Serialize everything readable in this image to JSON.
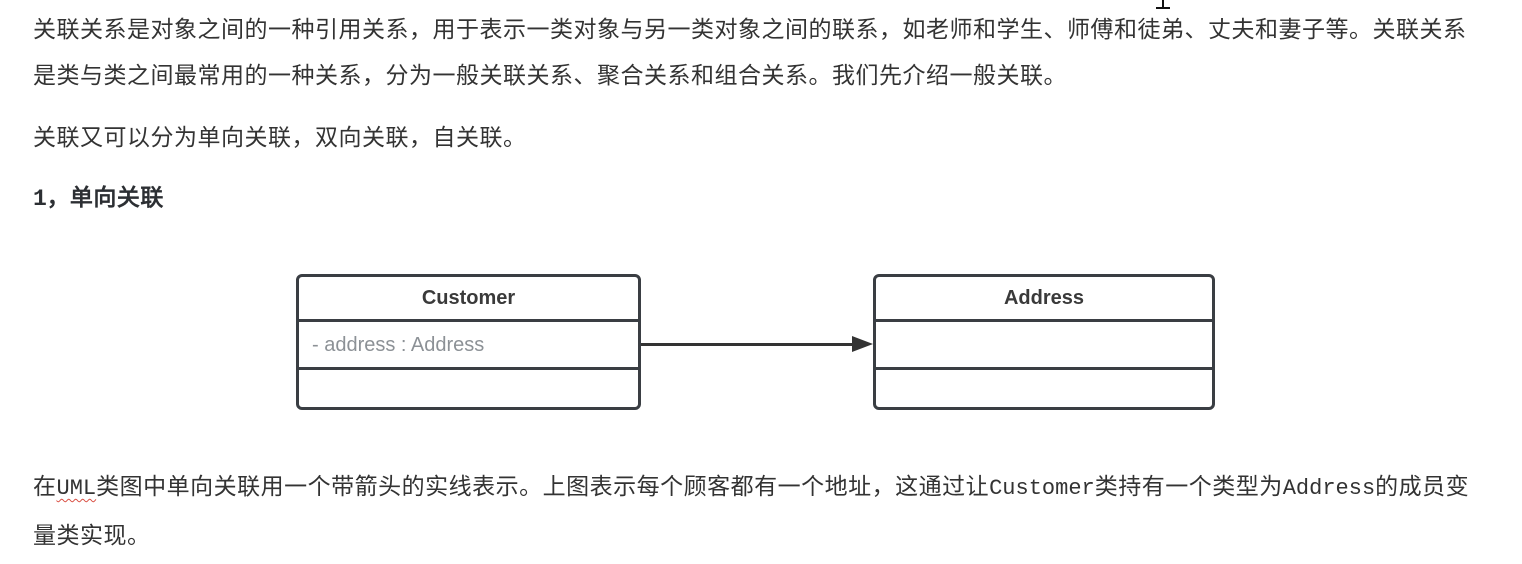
{
  "colors": {
    "background": "#ffffff",
    "body_text": "#333333",
    "heading_text": "#2c2f33",
    "uml_box_border": "#3a3e43",
    "uml_attribute_text": "#8c9196",
    "spellcheck_squiggle": "#d94f43",
    "arrow": "#333333"
  },
  "article": {
    "paragraph1": "关联关系是对象之间的一种引用关系，用于表示一类对象与另一类对象之间的联系，如老师和学生、师傅和徒弟、丈夫和妻子等。关联关系是类与类之间最常用的一种关系，分为一般关联关系、聚合关系和组合关系。我们先介绍一般关联。",
    "paragraph2": "关联又可以分为单向关联，双向关联，自关联。",
    "heading": {
      "number": "1，",
      "label": "单向关联"
    },
    "paragraph3": {
      "seg1": "在",
      "code1": "UML",
      "seg2": "类图中单向关联用一个带箭头的实线表示。上图表示每个顾客都有一个地址，这通过让",
      "code2": "Customer",
      "seg3": "类持有一个类型为",
      "code3": "Address",
      "seg4": "的成员变量类实现。"
    }
  },
  "diagram": {
    "type": "uml-class-diagram",
    "classes": [
      {
        "name": "Customer",
        "attributes": [
          "- address : Address"
        ],
        "methods": []
      },
      {
        "name": "Address",
        "attributes": [],
        "methods": []
      }
    ],
    "relation": {
      "kind": "unidirectional-association",
      "from": "Customer",
      "to": "Address",
      "style": "solid-line-filled-arrowhead"
    }
  },
  "cursor": {
    "icon": "text-ibeam-cursor"
  }
}
